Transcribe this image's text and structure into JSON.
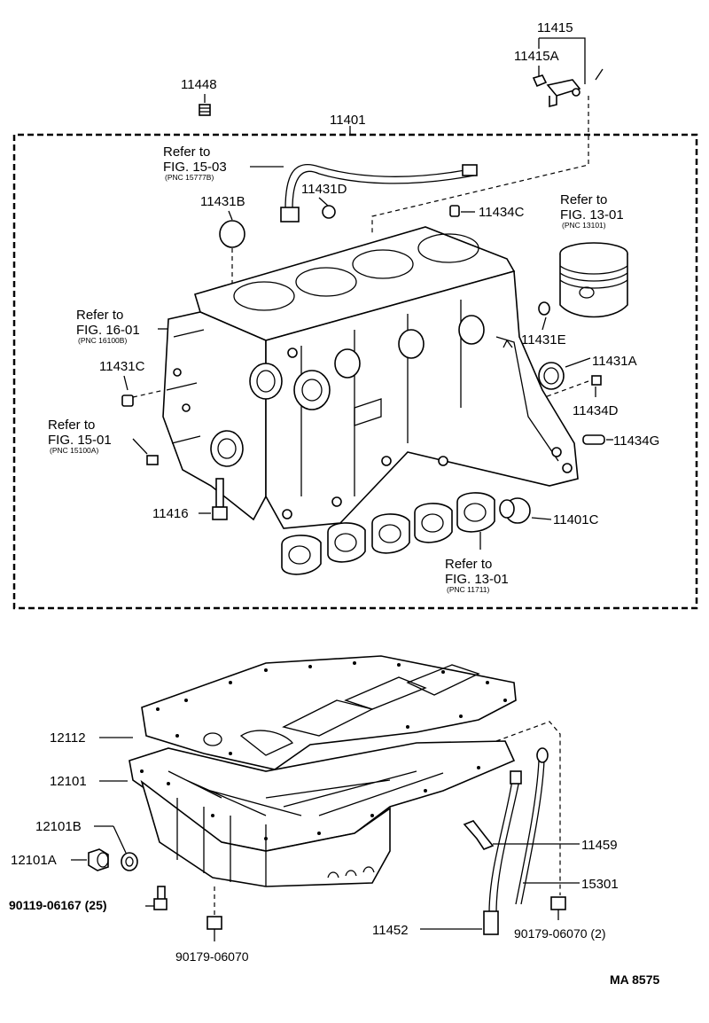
{
  "labels": {
    "p11415": "11415",
    "p11415A": "11415A",
    "p11448": "11448",
    "p11401": "11401",
    "p11431D": "11431D",
    "p11431B": "11431B",
    "p11434C": "11434C",
    "p11431E": "11431E",
    "p11431A": "11431A",
    "p11434D": "11434D",
    "p11434G": "11434G",
    "p11431C": "11431C",
    "p11416": "11416",
    "p11401C": "11401C",
    "p12112": "12112",
    "p12101": "12101",
    "p12101B": "12101B",
    "p12101A": "12101A",
    "p90119": "90119-06167 (25)",
    "p90179a": "90179-06070",
    "p11459": "11459",
    "p15301": "15301",
    "p11452": "11452",
    "p90179b": "90179-06070 (2)"
  },
  "refs": {
    "r1": {
      "line1": "Refer to",
      "line2": "FIG. 15-03",
      "pnc": "(PNC 15777B)"
    },
    "r2": {
      "line1": "Refer to",
      "line2": "FIG. 13-01",
      "pnc": "(PNC 13101)"
    },
    "r3": {
      "line1": "Refer to",
      "line2": "FIG. 16-01",
      "pnc": "(PNC 16100B)"
    },
    "r4": {
      "line1": "Refer to",
      "line2": "FIG. 15-01",
      "pnc": "(PNC 15100A)"
    },
    "r5": {
      "line1": "Refer to",
      "line2": "FIG. 13-01",
      "pnc": "(PNC 11711)"
    }
  },
  "footer": {
    "code": "MA  8575"
  }
}
